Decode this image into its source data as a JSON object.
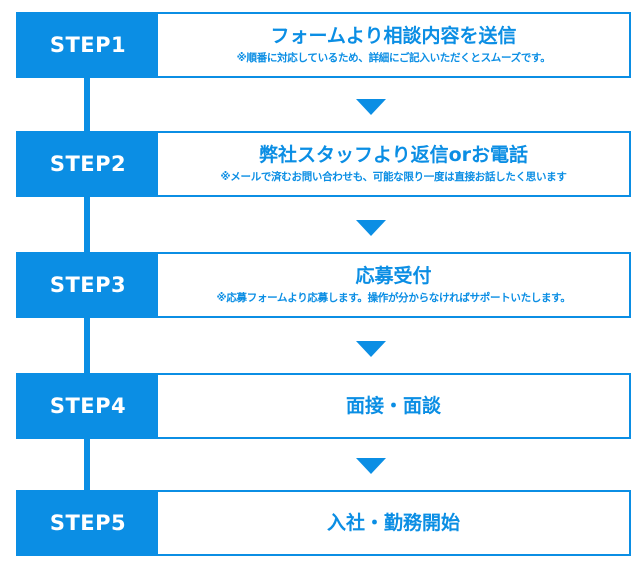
{
  "colors": {
    "accent": "#0b8ee4",
    "background": "#ffffff"
  },
  "steps": [
    {
      "label": "STEP1",
      "title": "フォームより相談内容を送信",
      "note": "※順番に対応しているため、詳細にご記入いただくとスムーズです。"
    },
    {
      "label": "STEP2",
      "title": "弊社スタッフより返信orお電話",
      "note": "※メールで済むお問い合わせも、可能な限り一度は直接お話したく思います"
    },
    {
      "label": "STEP3",
      "title": "応募受付",
      "note": "※応募フォームより応募します。操作が分からなければサポートいたします。"
    },
    {
      "label": "STEP4",
      "title": "面接・面談",
      "note": ""
    },
    {
      "label": "STEP5",
      "title": "入社・勤務開始",
      "note": ""
    }
  ]
}
